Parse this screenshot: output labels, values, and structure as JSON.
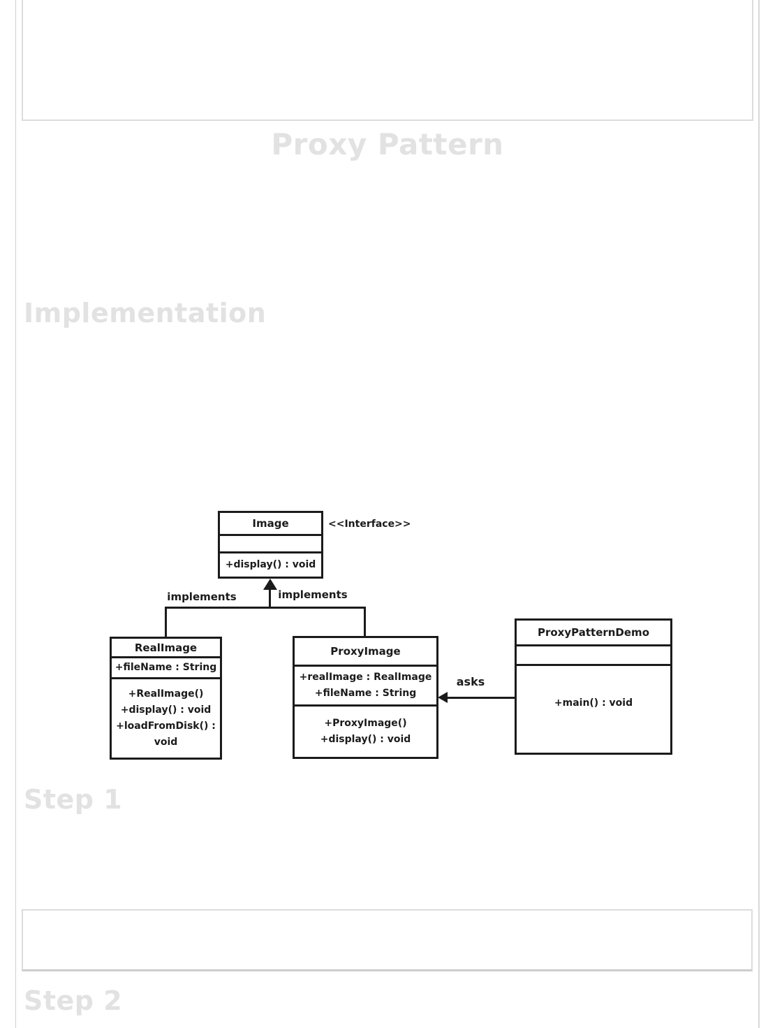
{
  "page": {
    "title": "Proxy Pattern",
    "section_implementation": "Implementation",
    "section_step1": "Step 1",
    "section_step2": "Step 2"
  },
  "colors": {
    "heading_text": "#e2e2e2",
    "frame_border": "#dcdcdc",
    "diagram_ink": "#1b1b1b"
  },
  "diagram": {
    "image_interface": {
      "name": "Image",
      "stereotype": "<<Interface>>",
      "method": "+display() : void"
    },
    "real_image": {
      "name": "RealImage",
      "attribute": "+fileName : String",
      "methods": [
        "+RealImage()",
        "+display() : void",
        "+loadFromDisk() : void"
      ]
    },
    "proxy_image": {
      "name": "ProxyImage",
      "attributes": [
        "+realImage : RealImage",
        "+fileName : String"
      ],
      "methods": [
        "+ProxyImage()",
        "+display() : void"
      ]
    },
    "demo_class": {
      "name": "ProxyPatternDemo",
      "method": "+main() : void"
    },
    "labels": {
      "implements_left": "implements",
      "implements_right": "implements",
      "asks": "asks"
    }
  }
}
